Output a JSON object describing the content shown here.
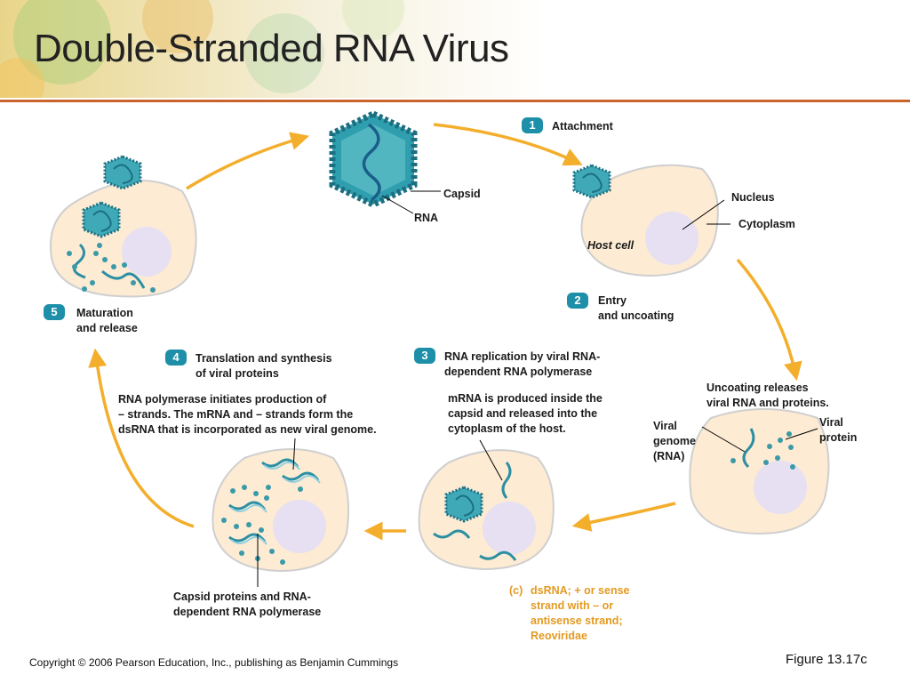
{
  "title": "Double-Stranded RNA Virus",
  "colors": {
    "arrow": "#f3ae2c",
    "cell": "#fdebd3",
    "nucleus": "#e6e0f2",
    "virus": "#2f9fb0",
    "rule": "#c8642c",
    "badge": "#1d8fa8"
  },
  "virion": {
    "capsid_label": "Capsid",
    "rna_label": "RNA"
  },
  "steps": [
    {
      "num": "1",
      "label": "Attachment"
    },
    {
      "num": "2",
      "label_line1": "Entry",
      "label_line2": "and uncoating"
    },
    {
      "num": "3",
      "label_line1": "RNA replication by viral RNA-",
      "label_line2": "dependent RNA polymerase"
    },
    {
      "num": "4",
      "label_line1": "Translation and synthesis",
      "label_line2": "of viral proteins"
    },
    {
      "num": "5",
      "label_line1": "Maturation",
      "label_line2": "and release"
    }
  ],
  "cell_labels": {
    "nucleus": "Nucleus",
    "cytoplasm": "Cytoplasm",
    "host_cell": "Host cell"
  },
  "uncoating": {
    "line1": "Uncoating releases",
    "line2": "viral RNA and proteins.",
    "viral_genome_1": "Viral",
    "viral_genome_2": "genome",
    "viral_genome_3": "(RNA)",
    "viral_protein_1": "Viral",
    "viral_protein_2": "protein"
  },
  "mrna_note": {
    "line1": "mRNA is produced inside the",
    "line2": "capsid and released into the",
    "line3": "cytoplasm of the host."
  },
  "polymerase_note": {
    "line1": "RNA polymerase initiates production of",
    "line2": "– strands. The mRNA and – strands form the",
    "line3": "dsRNA that is incorporated as new viral genome."
  },
  "capsid_proteins_note": {
    "line1": "Capsid proteins and RNA-",
    "line2": "dependent RNA polymerase"
  },
  "caption": {
    "prefix": "(c)",
    "line1": "dsRNA; + or sense",
    "line2": "strand with – or",
    "line3": "antisense strand;",
    "line4": "Reoviridae"
  },
  "footer": "Copyright © 2006 Pearson Education, Inc., publishing as Benjamin Cummings",
  "figure_label": "Figure 13.17c"
}
